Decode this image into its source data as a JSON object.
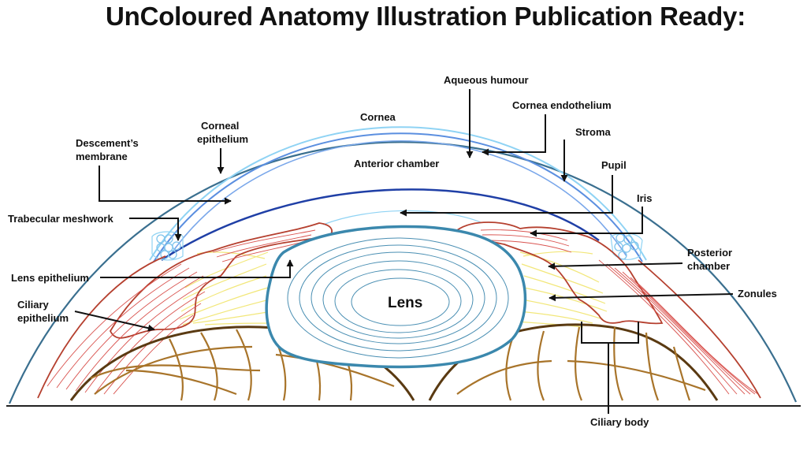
{
  "title": "UnColoured Anatomy Illustration Publication Ready:",
  "labels": {
    "aqueous_humour": "Aqueous humour",
    "cornea": "Cornea",
    "cornea_endothelium": "Cornea endothelium",
    "stroma": "Stroma",
    "corneal_epithelium": [
      "Corneal",
      "epithelium"
    ],
    "descemets_membrane": [
      "Descement’s",
      "membrane"
    ],
    "anterior_chamber": "Anterior chamber",
    "pupil": "Pupil",
    "iris": "Iris",
    "trabecular_meshwork": "Trabecular meshwork",
    "posterior_chamber": [
      "Posterior",
      "chamber"
    ],
    "lens_epithelium": "Lens epithelium",
    "zonules": "Zonules",
    "ciliary_epithelium": [
      "Ciliary",
      "epithelium"
    ],
    "lens": "Lens",
    "ciliary_body": "Ciliary body"
  },
  "colors": {
    "outer_dome": "#3a6f8f",
    "cornea_light": "#8fd3f4",
    "cornea_mid": "#5b8fe0",
    "endothelium": "#7aa7ea",
    "iris_line": "#1f3fa6",
    "iris_muscle": "#b5402f",
    "muscle_lines": "#d9534f",
    "zonules": "#f2e77a",
    "lens_outline": "#3b88ad",
    "lens_rings": "#4a8fb3",
    "ciliary_dark": "#5a3a12",
    "ciliary_fibers": "#a8742a",
    "meshwork": "#7ec4ec"
  }
}
